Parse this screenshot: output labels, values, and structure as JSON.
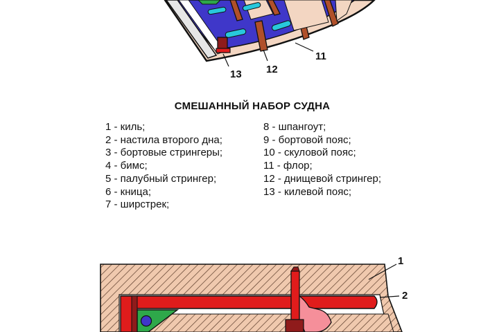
{
  "top_figure": {
    "callouts": [
      "11",
      "12",
      "13"
    ]
  },
  "title": "СМЕШАННЫЙ НАБОР СУДНА",
  "legend_left": [
    "1 - киль;",
    "2 - настила второго дна;",
    "3 - бортовые стрингеры;",
    "4 - бимс;",
    "5 - палубный стрингер;",
    "6 - кница;",
    "7 - ширстрек;"
  ],
  "legend_right": [
    "8 - шпангоут;",
    "9 - бортовой пояс;",
    "10 - скуловой пояс;",
    "11 - флор;",
    "12 - днищевой стрингер;",
    "13 - килевой пояс;"
  ],
  "bottom_figure": {
    "callouts": [
      "1",
      "2"
    ]
  },
  "colors": {
    "plating": "#f0c9ae",
    "frame_blue": "#3f37c9",
    "floor_brown": "#b0502a",
    "red_member": "#e01c1c",
    "dark_red": "#8f1b1b",
    "green": "#2ea84a",
    "cyan": "#28c8dc",
    "pink": "#f58f9a",
    "outline": "#111111"
  }
}
